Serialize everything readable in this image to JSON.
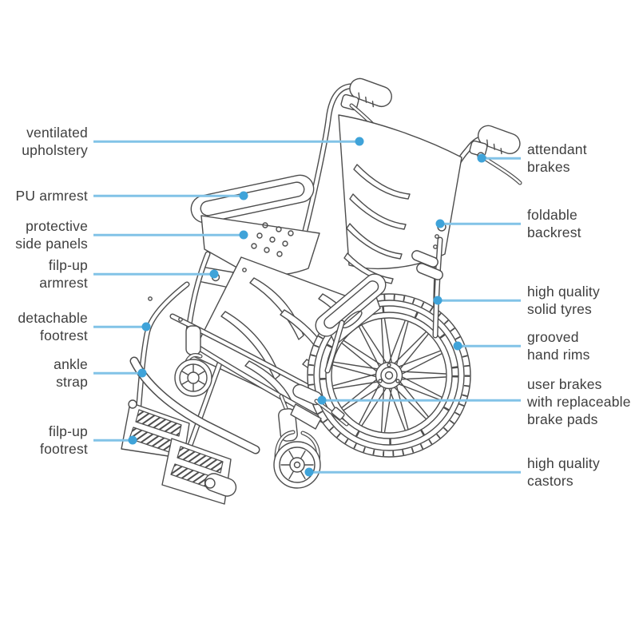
{
  "diagram": {
    "subject": "Wheelchair parts diagram",
    "colors": {
      "background": "#ffffff",
      "leader_line": "#82c3e7",
      "leader_dot": "#3fa3d9",
      "label_text": "#3e3e3e",
      "line_art": "#4d4d4d"
    },
    "annotations": {
      "left": [
        {
          "id": "ventilated-upholstery",
          "lines": [
            "ventilated",
            "upholstery"
          ]
        },
        {
          "id": "pu-armrest",
          "lines": [
            "PU armrest"
          ]
        },
        {
          "id": "protective-side-panels",
          "lines": [
            "protective",
            "side panels"
          ]
        },
        {
          "id": "flip-up-armrest",
          "lines": [
            "filp-up",
            "armrest"
          ]
        },
        {
          "id": "detachable-footrest",
          "lines": [
            "detachable",
            "footrest"
          ]
        },
        {
          "id": "ankle-strap",
          "lines": [
            "ankle",
            "strap"
          ]
        },
        {
          "id": "flip-up-footrest",
          "lines": [
            "filp-up",
            "footrest"
          ]
        }
      ],
      "right": [
        {
          "id": "attendant-brakes",
          "lines": [
            "attendant",
            "brakes"
          ]
        },
        {
          "id": "foldable-backrest",
          "lines": [
            "foldable",
            "backrest"
          ]
        },
        {
          "id": "high-quality-solid-tyres",
          "lines": [
            "high quality",
            "solid tyres"
          ]
        },
        {
          "id": "grooved-hand-rims",
          "lines": [
            "grooved",
            "hand rims"
          ]
        },
        {
          "id": "user-brakes",
          "lines": [
            "user brakes",
            "with replaceable",
            "brake pads"
          ]
        },
        {
          "id": "high-quality-castors",
          "lines": [
            "high quality",
            "castors"
          ]
        }
      ]
    }
  }
}
